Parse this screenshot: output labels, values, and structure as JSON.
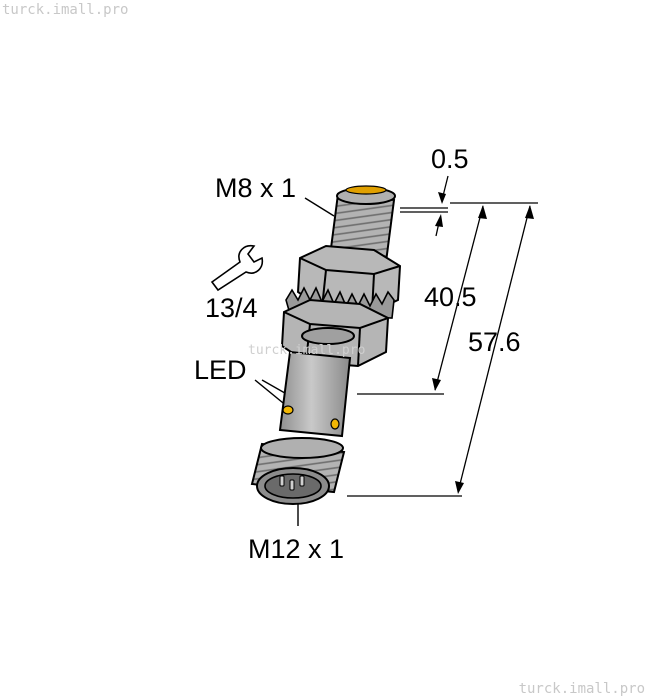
{
  "watermark": "turck.imall.pro",
  "labels": {
    "top_thread": "M8 x 1",
    "wrench_size": "13/4",
    "led": "LED",
    "bottom_thread": "M12 x 1"
  },
  "dimensions": {
    "nut_offset": "0.5",
    "sensing_length": "40.5",
    "overall_length": "57.6"
  },
  "colors": {
    "body": "#a9a9a9",
    "outline": "#000000",
    "led": "#f2b705",
    "tip": "#e0a000"
  }
}
